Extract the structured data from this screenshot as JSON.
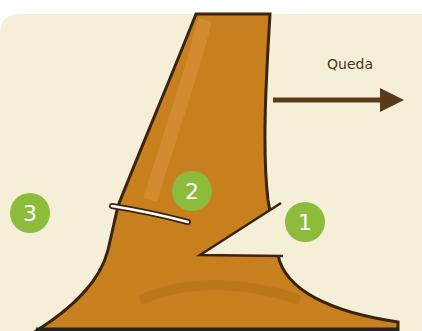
{
  "diagram": {
    "labels": [
      "Queda",
      "3",
      "2",
      "1"
    ]
  }
}
